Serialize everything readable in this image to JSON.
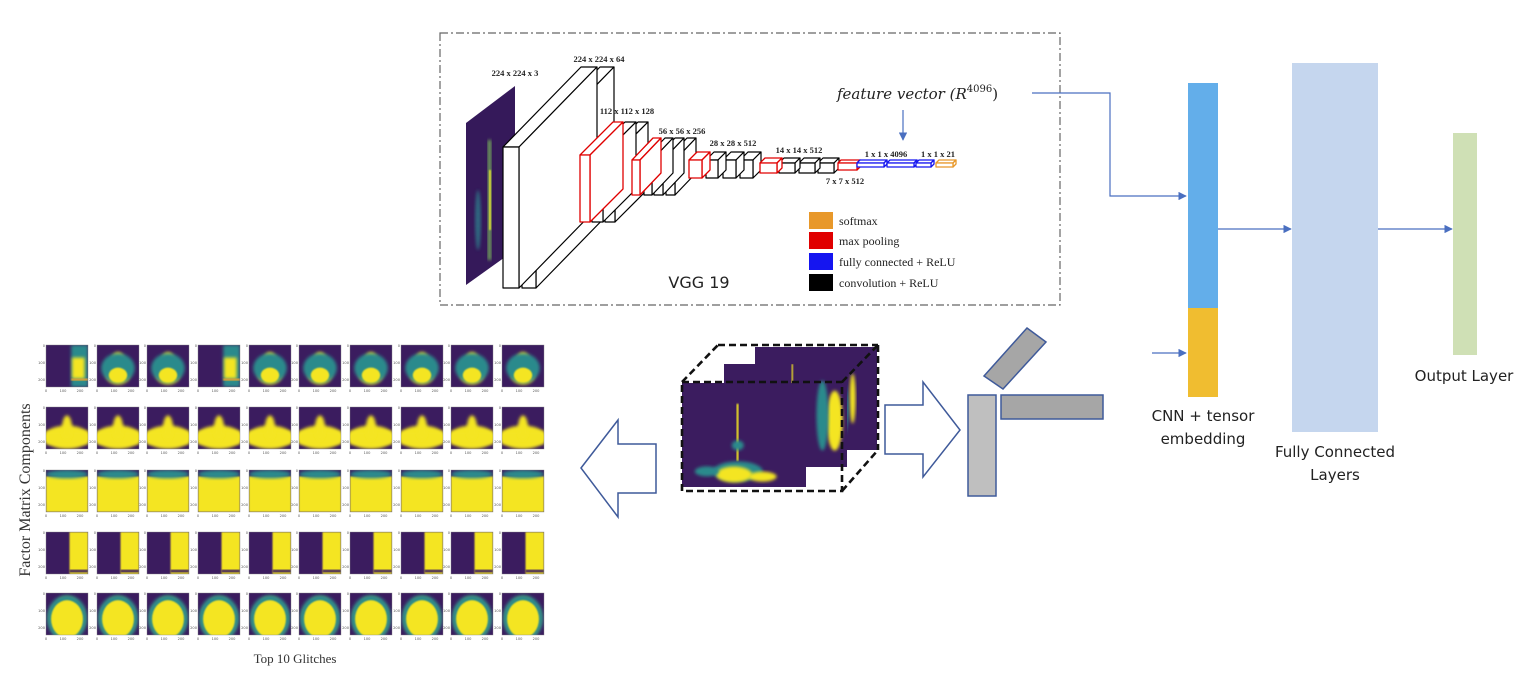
{
  "vgg": {
    "title": "VGG 19",
    "input_label": "224 x 224 x 3",
    "dim_labels": [
      "224 x 224 x 64",
      "112 x 112 x 128",
      "56 x 56 x 256",
      "28 x 28 x 512",
      "14 x 14 x 512",
      "7 x 7 x 512",
      "1 x 1 x 4096",
      "1 x 1 x 21"
    ],
    "feature_vector": {
      "prefix": "feature vector (R",
      "superscript": "4096",
      "suffix": ")"
    },
    "legend": [
      {
        "label": "softmax",
        "color": "#e8982a"
      },
      {
        "label": "max pooling",
        "color": "#e00000"
      },
      {
        "label": "fully connected + ReLU",
        "color": "#1515f0"
      },
      {
        "label": "convolution + ReLU",
        "color": "#000000"
      }
    ]
  },
  "factor_grid": {
    "ylabel": "Factor Matrix Components",
    "xlabel": "Top 10 Glitches",
    "rows": 5,
    "cols": 10,
    "tick_labels": [
      "0",
      "100",
      "200"
    ]
  },
  "network": {
    "embedding_label_line1": "CNN + tensor",
    "embedding_label_line2": "embedding",
    "fc_label_line1": "Fully Connected",
    "fc_label_line2": "Layers",
    "output_label": "Output Layer"
  },
  "colors": {
    "cnn_part": "#63aeea",
    "tensor_part": "#f0bd30",
    "fc_layers": "#c5d6ee",
    "output_layer": "#cfe0b5",
    "arrow": "#4a6fc0",
    "outline_arrow": "#3f5a9a",
    "spectrogram_dark": "#3b1c5f",
    "spectrogram_yellow": "#f4e521",
    "spectrogram_teal": "#2b8a8c"
  }
}
